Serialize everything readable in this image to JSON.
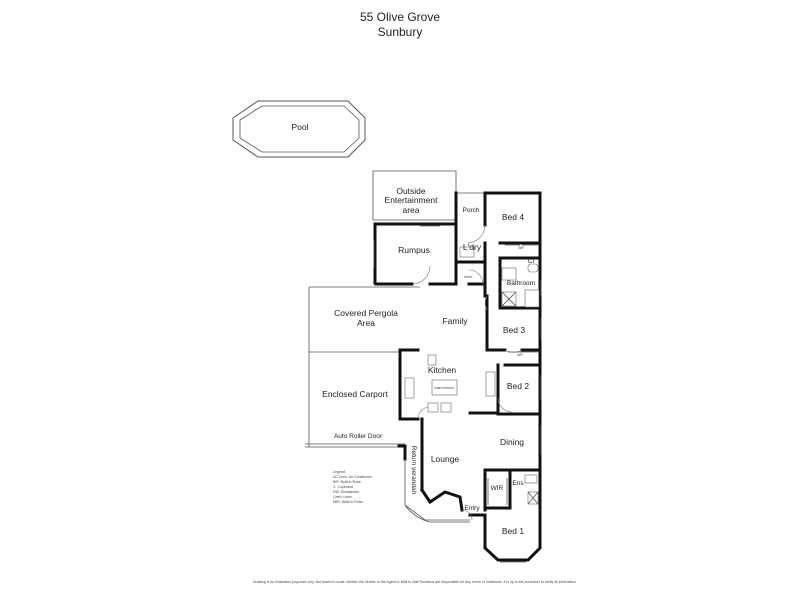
{
  "header": {
    "address": "55 Olive Grove",
    "suburb": "Sunbury"
  },
  "rooms": {
    "pool": "Pool",
    "outside_1": "Outside",
    "outside_2": "Entertainment",
    "outside_3": "area",
    "porch": "Porch",
    "bed4": "Bed 4",
    "rumpus": "Rumpus",
    "laundry": "L'dry",
    "bathroom": "Bathroom",
    "pergola_1": "Covered Pergola",
    "pergola_2": "Area",
    "family": "Family",
    "bed3": "Bed 3",
    "kitchen": "Kitchen",
    "bed2": "Bed 2",
    "carport": "Enclosed Carport",
    "roller_door": "Auto Roller Door",
    "dining": "Dining",
    "lounge": "Lounge",
    "verandah": "Return verandah",
    "wir": "WIR",
    "ensuite": "Ens",
    "entry": "Entry",
    "bed1": "Bed 1"
  },
  "small_labels": {
    "wr": "WR",
    "cl": "Cl",
    "linen": "Linen",
    "island": "Island bench"
  },
  "legend": {
    "title": "Legend:",
    "items": [
      "AC Cons. Air Conditioner",
      "BIR: Built-in Robe",
      "C: Cupboard",
      "DW: Dishwasher",
      "Linen: Linen",
      "WIR: Walk-in Robe"
    ]
  },
  "disclaimer": "Drawing is for illustration purposes only. Not drawn to scale. Neither the Vendor or the Agent or Wall to Wall Solutions are responsible for any errors or omissions. It is up to the purchaser to verify all information."
}
